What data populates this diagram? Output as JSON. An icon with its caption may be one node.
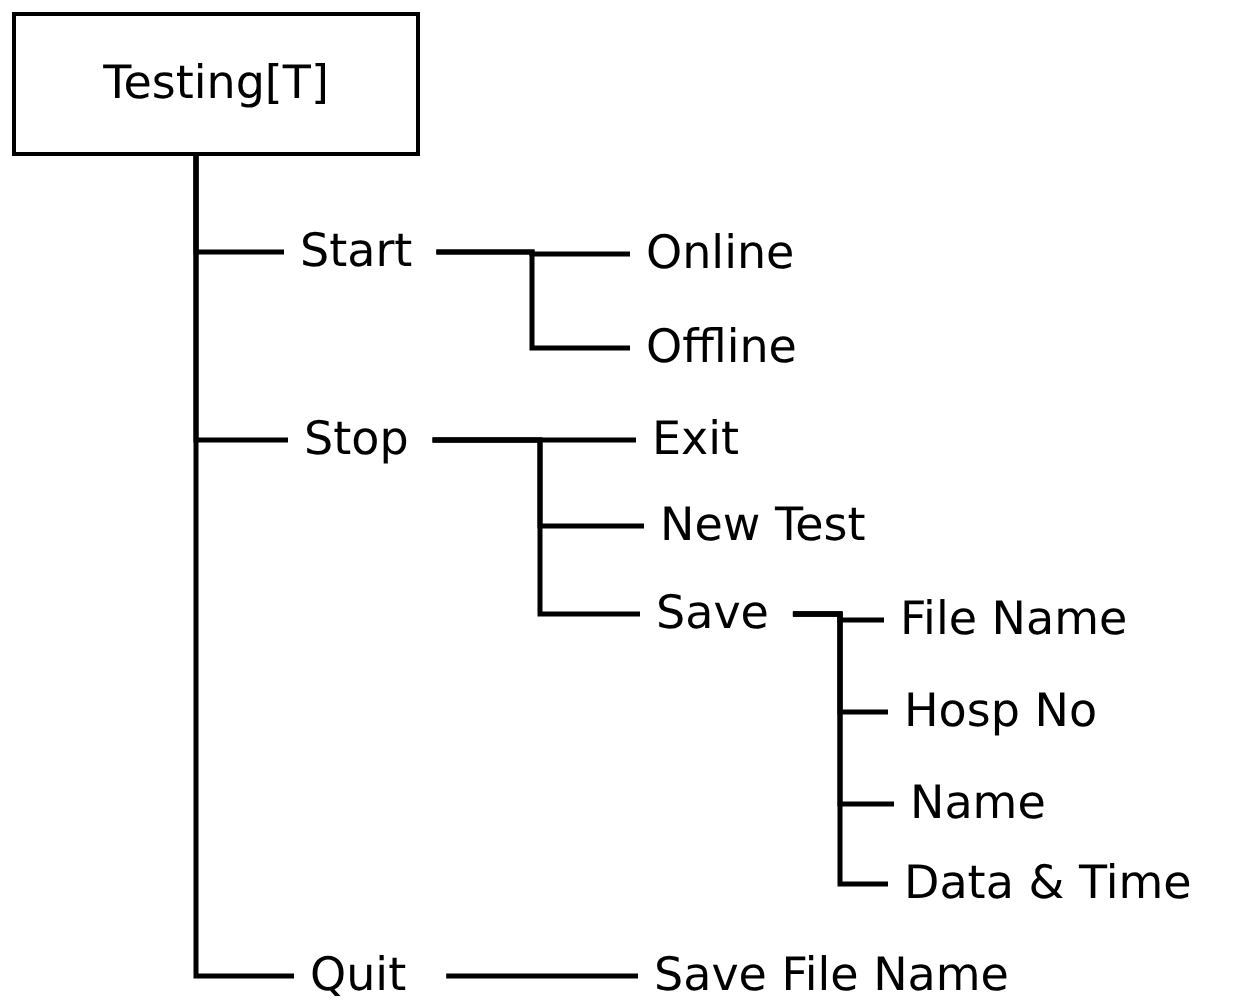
{
  "diagram": {
    "nodes": [
      {
        "text": [
          "Testing[T]"
        ]
      },
      {
        "text": [
          "Start"
        ]
      },
      {
        "text": [
          "Online"
        ]
      },
      {
        "text": [
          "Offline"
        ]
      },
      {
        "text": [
          "Stop"
        ]
      },
      {
        "text": [
          "Exit"
        ]
      },
      {
        "text": [
          "New Test"
        ]
      },
      {
        "text": [
          "Save"
        ]
      },
      {
        "text": [
          "File Name"
        ]
      },
      {
        "text": [
          "Hosp No"
        ]
      },
      {
        "text": [
          "Name"
        ]
      },
      {
        "text": [
          "Data & Time"
        ]
      },
      {
        "text": [
          "Quit"
        ]
      },
      {
        "text": [
          "Save File Name"
        ]
      }
    ],
    "edges": [
      {
        "from": 0,
        "to": 1,
        "arrow": "none"
      },
      {
        "from": 0,
        "to": 4,
        "arrow": "none"
      },
      {
        "from": 0,
        "to": 12,
        "arrow": "none"
      },
      {
        "from": 1,
        "to": 2,
        "arrow": "none"
      },
      {
        "from": 1,
        "to": 3,
        "arrow": "none"
      },
      {
        "from": 4,
        "to": 5,
        "arrow": "none"
      },
      {
        "from": 4,
        "to": 6,
        "arrow": "none"
      },
      {
        "from": 4,
        "to": 7,
        "arrow": "none"
      },
      {
        "from": 7,
        "to": 8,
        "arrow": "none"
      },
      {
        "from": 7,
        "to": 9,
        "arrow": "none"
      },
      {
        "from": 7,
        "to": 10,
        "arrow": "none"
      },
      {
        "from": 7,
        "to": 11,
        "arrow": "none"
      },
      {
        "from": 12,
        "to": 13,
        "arrow": "none"
      }
    ]
  }
}
